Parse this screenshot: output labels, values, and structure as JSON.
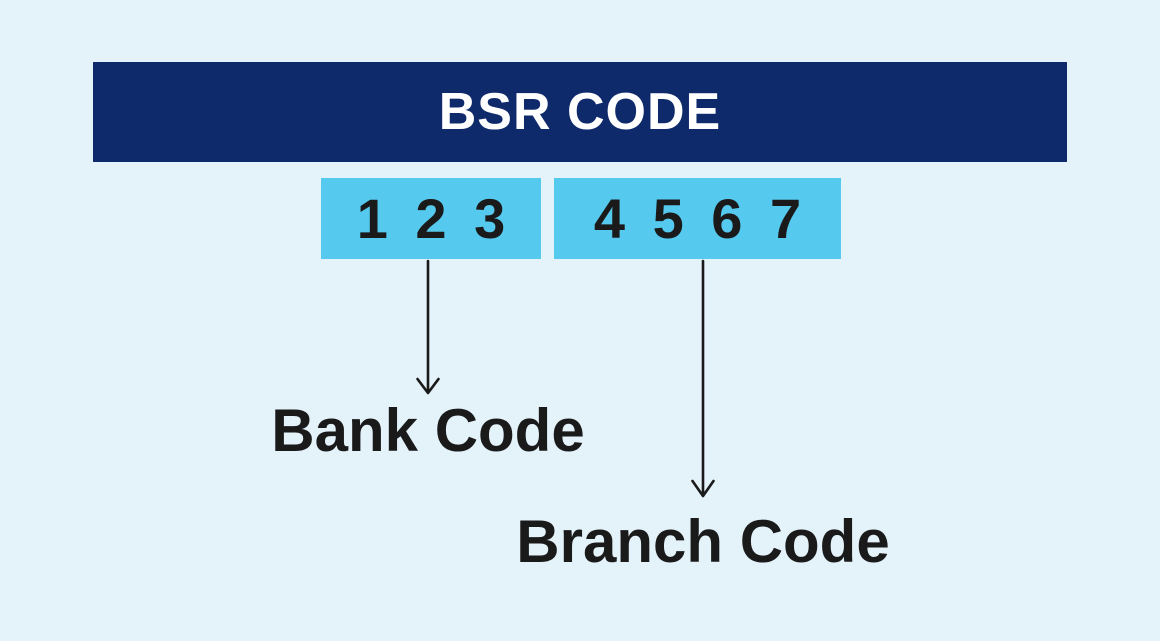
{
  "title": "BSR CODE",
  "colors": {
    "background": "#e4f2fa",
    "header_bg": "#0e2a6b",
    "header_text": "#ffffff",
    "digit_box_bg": "#55c9ee",
    "text": "#1a1a1a"
  },
  "code_blocks": [
    {
      "digits": "1 2 3",
      "label": "Bank Code"
    },
    {
      "digits": "4 5 6 7",
      "label": "Branch Code"
    }
  ]
}
